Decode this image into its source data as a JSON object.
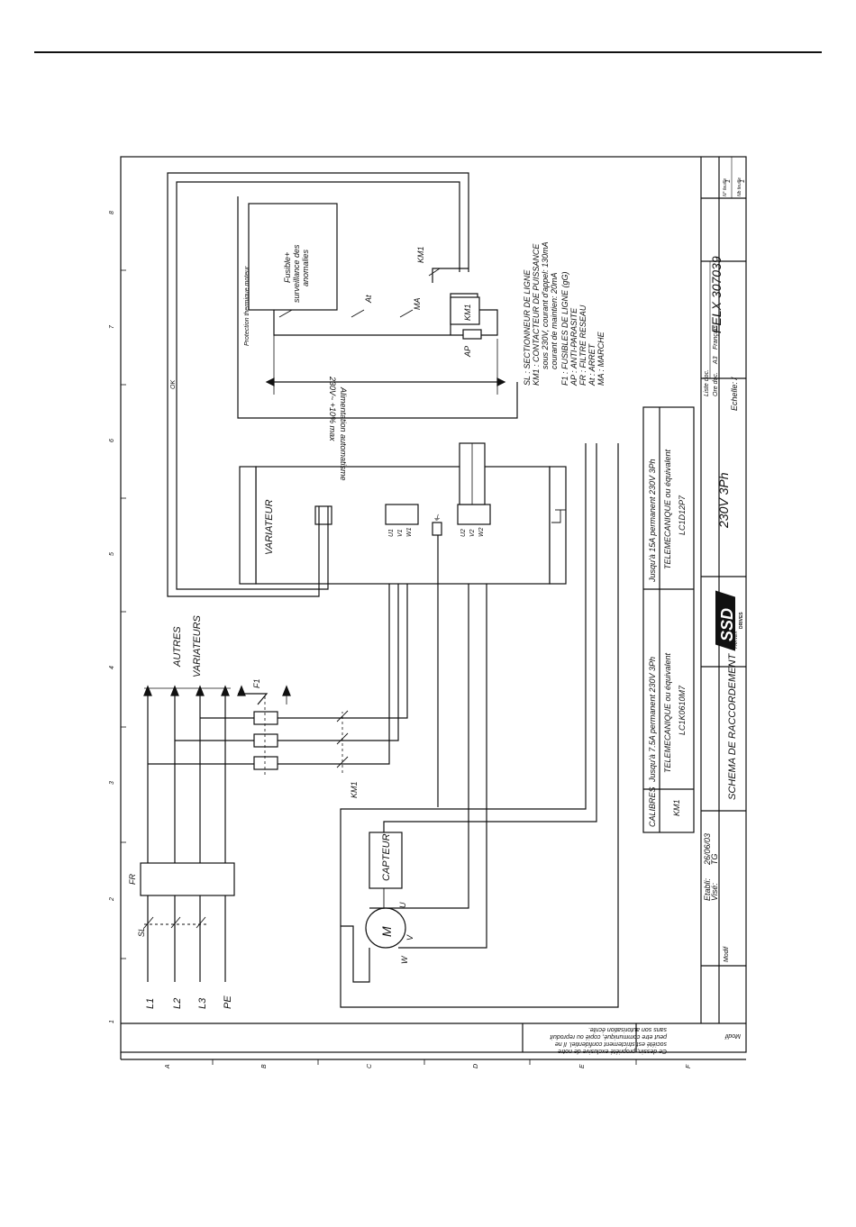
{
  "drawing": {
    "inputs": [
      "L1",
      "L2",
      "L3",
      "PE"
    ],
    "sl_label": "SL",
    "fr_label": "FR",
    "km1_label": "KM1",
    "f1_label": "F1",
    "autres_line1": "AUTRES",
    "autres_line2": "VARIATEURS",
    "motor": {
      "label": "M",
      "u": "U",
      "v": "V",
      "w": "W"
    },
    "capteur": "CAPTEUR",
    "variateur": "VARIATEUR",
    "terminals_in": [
      "U1",
      "V1",
      "W1"
    ],
    "terminals_out": [
      "U2",
      "V2",
      "W2"
    ],
    "ground_symbol": "⏚",
    "protection_label": "Protection thermique moteur",
    "fuse_line1": "Fusible+",
    "fuse_line2": "surveillance  des",
    "fuse_line3": "anomalies",
    "at_label": "At",
    "ma_label": "MA",
    "km1_coil": "KM1",
    "km1_contact": "KM1",
    "ap_label": "AP",
    "aux_line1": "Alimentation  automatisme",
    "aux_line2": "230V~ +10%  max",
    "ok_label": "OK",
    "legend": [
      "SL  :  SECTIONNEUR  DE  LIGNE",
      "KM1  :  CONTACTEUR  DE  PUISSANCE",
      "sous  230V,  courant  d'appel:  130mA",
      "courant  de  maintien:  20mA",
      "F1  :  FUSIBLES  DE  LIGNE  (gG)",
      "AP  :  ANTI-PARASITE",
      "FR  :  FILTRE  RESEAU",
      "At  :  ARRET",
      "MA  :  MARCHE"
    ]
  },
  "calibres": {
    "header": "CALIBRES",
    "row_key": "KM1",
    "col1_line1": "Jusqu'à  7.5A  permanent  230V  3Ph",
    "col1_line2": "TELEMECANIQUE  ou  équivalent",
    "col1_line3": "LC1K0610M7",
    "col2_line1": "Jusqu'à  15A  permanent  230V  3Ph",
    "col2_line2": "TELEMECANIQUE  ou  équivalent",
    "col2_line3": "LC1D12P7"
  },
  "title_block": {
    "etabli": "Etabli:",
    "date": "26/06/03",
    "vise": "Visé:",
    "initials": "TG",
    "modif": "Modif",
    "title": "SCHEMA  DE  RACCORDEMENT",
    "logo": "SSD",
    "logo_sub": "DRIVES",
    "logo_small": "PARVEX",
    "voltage": "230V  3Ph",
    "liste_doc": "Liste  doc.",
    "ore_doc": "Ore  doc.",
    "format": "A3",
    "langue": "Français",
    "echelle": "Echelle:  /",
    "drawing_number": "FELX  307039",
    "sheet_label": "N° feuille",
    "sheet_count": "Nb feuille",
    "sheet_val": "1",
    "sheet_total": "1"
  },
  "legal": {
    "line1": "Ce  dessin,  propriété  exclusive  de  notre",
    "line2": "société  est  strictement  confidentiel.  Il  ne",
    "line3": "peut  etre  communiqué,  copié  ou  reproduit",
    "line4": "sans  son  autorisation  écrite."
  },
  "grid": {
    "columns": [
      "1",
      "2",
      "3",
      "4",
      "5",
      "6",
      "7",
      "8"
    ],
    "rows": [
      "A",
      "B",
      "C",
      "D",
      "E",
      "F"
    ]
  }
}
